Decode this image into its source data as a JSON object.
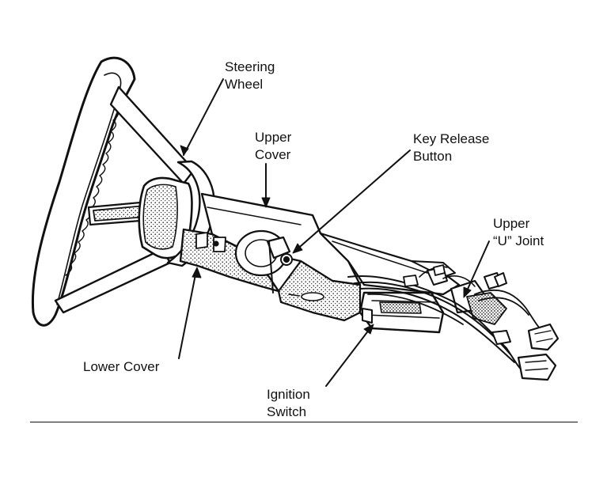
{
  "labels": {
    "steering_wheel": [
      "Steering",
      "Wheel"
    ],
    "upper_cover": [
      "Upper",
      "Cover"
    ],
    "key_release": [
      "Key Release",
      "Button"
    ],
    "upper_u_joint": [
      "Upper",
      "“U” Joint"
    ],
    "lower_cover": [
      "Lower Cover"
    ],
    "ignition_switch": [
      "Ignition",
      "Switch"
    ]
  },
  "colors": {
    "ink": "#111111",
    "background": "#ffffff"
  }
}
